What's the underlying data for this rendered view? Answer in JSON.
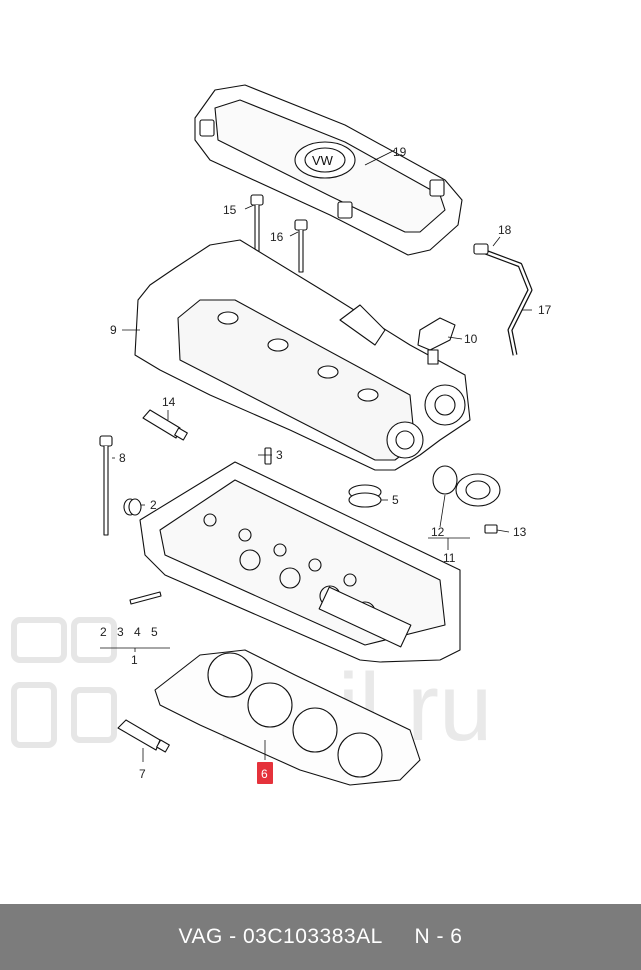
{
  "diagram": {
    "callouts": [
      {
        "id": "19",
        "label": "19"
      },
      {
        "id": "15",
        "label": "15"
      },
      {
        "id": "16",
        "label": "16"
      },
      {
        "id": "18",
        "label": "18"
      },
      {
        "id": "9",
        "label": "9"
      },
      {
        "id": "17",
        "label": "17"
      },
      {
        "id": "10",
        "label": "10"
      },
      {
        "id": "14",
        "label": "14"
      },
      {
        "id": "8",
        "label": "8"
      },
      {
        "id": "3",
        "label": "3"
      },
      {
        "id": "2",
        "label": "2"
      },
      {
        "id": "5a",
        "label": "5"
      },
      {
        "id": "12",
        "label": "12"
      },
      {
        "id": "13",
        "label": "13"
      },
      {
        "id": "11",
        "label": "11"
      },
      {
        "id": "g2",
        "label": "2"
      },
      {
        "id": "g3",
        "label": "3"
      },
      {
        "id": "g4",
        "label": "4"
      },
      {
        "id": "g5",
        "label": "5"
      },
      {
        "id": "g1",
        "label": "1"
      },
      {
        "id": "7",
        "label": "7"
      }
    ],
    "highlight": {
      "label": "6",
      "color": "#e5323b"
    },
    "watermark": "Rail.ru"
  },
  "footer": {
    "brand": "VAG",
    "part_number": "03C103383AL",
    "position": "N - 6"
  },
  "colors": {
    "footer_bg": "#7c7c7c",
    "highlight": "#e5323b"
  }
}
